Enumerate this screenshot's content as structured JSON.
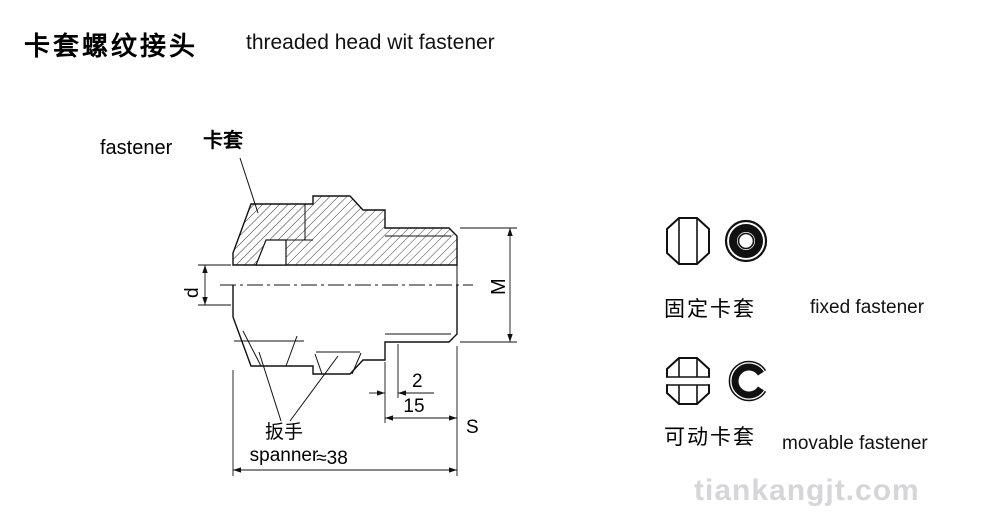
{
  "page": {
    "title_zh": "卡套螺纹接头",
    "title_en": "threaded head wit fastener"
  },
  "drawing": {
    "callouts": {
      "fastener_en": "fastener",
      "fastener_zh": "卡套",
      "spanner_zh": "扳手",
      "spanner_en": "spanner"
    },
    "dimensions": {
      "bore": "d",
      "thread": "M",
      "gap": "2",
      "thread_length": "15",
      "hex_size": "S",
      "overall_length": "≈38"
    }
  },
  "legend": {
    "fixed": {
      "zh": "固定卡套",
      "en": "fixed fastener"
    },
    "movable": {
      "zh": "可动卡套",
      "en": "movable fastener"
    }
  },
  "watermark": "tiankangjt.com",
  "colors": {
    "line": "#111111",
    "watermark": "#d6d6d9",
    "background": "#ffffff"
  }
}
